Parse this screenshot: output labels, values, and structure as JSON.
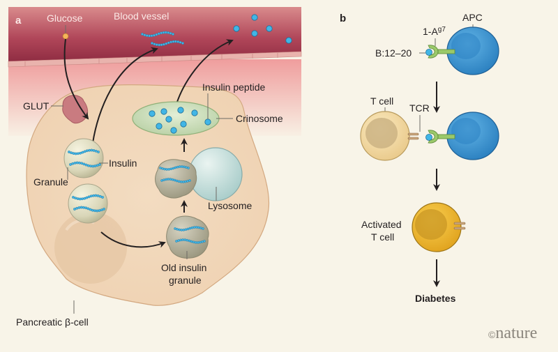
{
  "panel_a": {
    "panel_label": "a",
    "labels": {
      "glucose": "Glucose",
      "blood_vessel": "Blood vessel",
      "glut": "GLUT",
      "insulin_peptide": "Insulin peptide",
      "crinosome": "Crinosome",
      "insulin": "Insulin",
      "granule": "Granule",
      "lysosome": "Lysosome",
      "old_granule_line1": "Old insulin",
      "old_granule_line2": "granule",
      "beta_cell": "Pancreatic β-cell"
    },
    "colors": {
      "vessel": "#b94a58",
      "cell": "#f1d6b8",
      "insulin_bead": "#41b6e6",
      "crinosome": "#cfe0c0",
      "lysosome": "#c9e1df",
      "glut": "#c97b80"
    }
  },
  "panel_b": {
    "panel_label": "b",
    "labels": {
      "apc": "APC",
      "mhc": "1-A",
      "mhc_sup": "g7",
      "peptide": "B:12–20",
      "t_cell": "T cell",
      "tcr": "TCR",
      "activated_line1": "Activated",
      "activated_line2": "T cell",
      "outcome": "Diabetes"
    },
    "colors": {
      "apc": "#3b98d4",
      "t_cell": "#f3dca0",
      "activated_t_cell": "#f0b62f",
      "mhc": "#9bc96a"
    }
  },
  "credit": {
    "symbol": "©",
    "text": "nature"
  }
}
